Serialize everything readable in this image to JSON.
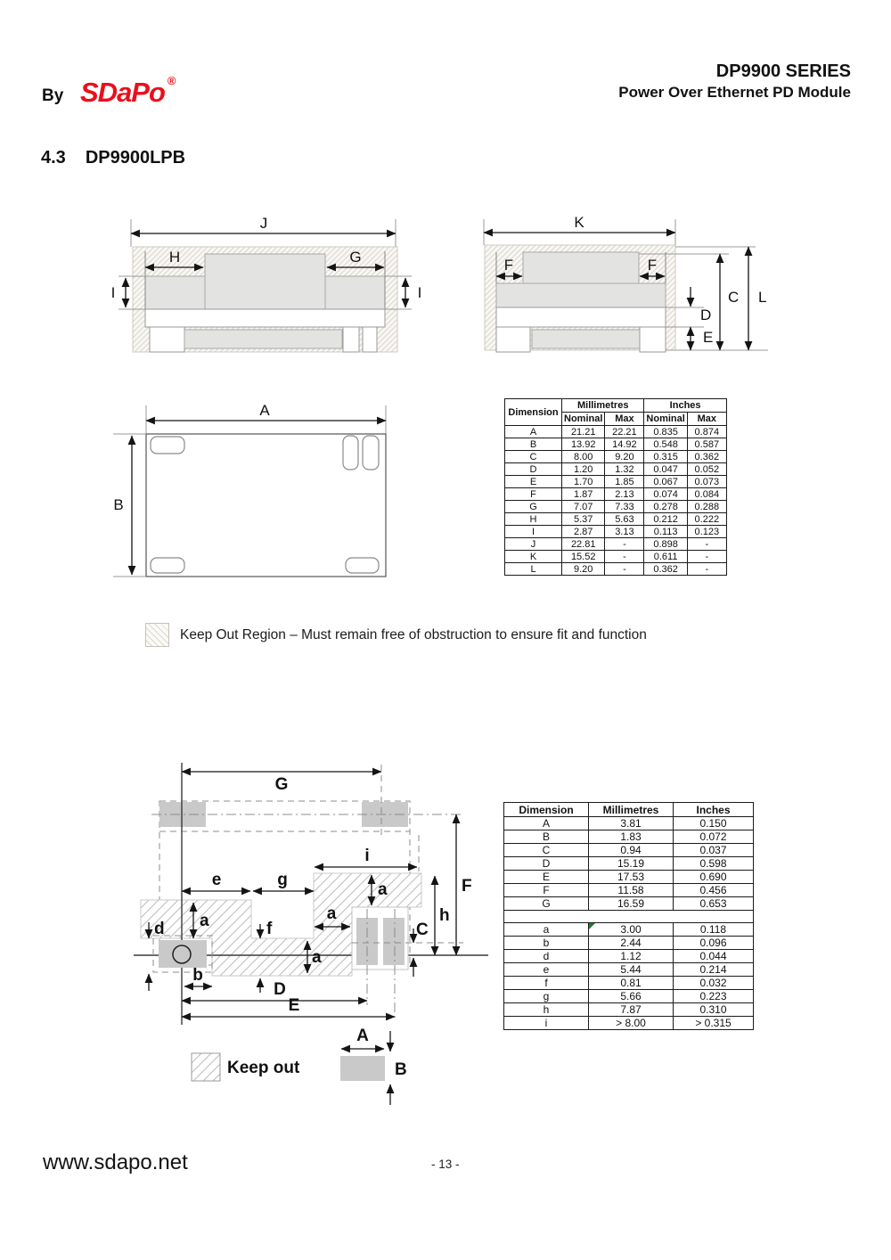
{
  "page": {
    "header": {
      "by_label": "By",
      "logo_text": "SDaPo",
      "registered_mark": "®",
      "series_title": "DP9900 SERIES",
      "subtitle": "Power Over Ethernet PD Module"
    },
    "section_heading": {
      "number": "4.3",
      "name": "DP9900LPB"
    },
    "footer": {
      "website": "www.sdapo.net",
      "page_number": "- 13 -"
    }
  },
  "colors": {
    "logo_red": "#e8101c",
    "pad_gray": "#c9c9c9",
    "marker_green": "#1e7d32"
  },
  "legend": {
    "keep_out_full": "Keep Out Region – Must remain free of obstruction to ensure fit and function",
    "keep_out_short": "Keep out"
  },
  "drawings": {
    "side_view": {
      "j": "J",
      "h": "H",
      "g": "G",
      "i": "I"
    },
    "end_view": {
      "k": "K",
      "f": "F",
      "c": "C",
      "l": "L",
      "d": "D",
      "e": "E"
    },
    "top_view": {
      "a": "A",
      "b": "B"
    },
    "land_pattern": {
      "g_upper": "G",
      "i": "i",
      "e": "e",
      "g_lower": "g",
      "a": "a",
      "d": "d",
      "f": "f",
      "f_upper": "F",
      "h": "h",
      "c": "C",
      "b": "b",
      "d_upper": "D",
      "e_upper": "E",
      "pad_width": "A",
      "pad_height": "B"
    }
  },
  "dimension_table_mm_inches": {
    "col_dimension": "Dimension",
    "col_millimetres": "Millimetres",
    "col_inches": "Inches",
    "col_nominal": "Nominal",
    "col_max": "Max",
    "rows": [
      [
        "A",
        "21.21",
        "22.21",
        "0.835",
        "0.874"
      ],
      [
        "B",
        "13.92",
        "14.92",
        "0.548",
        "0.587"
      ],
      [
        "C",
        "8.00",
        "9.20",
        "0.315",
        "0.362"
      ],
      [
        "D",
        "1.20",
        "1.32",
        "0.047",
        "0.052"
      ],
      [
        "E",
        "1.70",
        "1.85",
        "0.067",
        "0.073"
      ],
      [
        "F",
        "1.87",
        "2.13",
        "0.074",
        "0.084"
      ],
      [
        "G",
        "7.07",
        "7.33",
        "0.278",
        "0.288"
      ],
      [
        "H",
        "5.37",
        "5.63",
        "0.212",
        "0.222"
      ],
      [
        "I",
        "2.87",
        "3.13",
        "0.113",
        "0.123"
      ],
      [
        "J",
        "22.81",
        "-",
        "0.898",
        "-"
      ],
      [
        "K",
        "15.52",
        "-",
        "0.611",
        "-"
      ],
      [
        "L",
        "9.20",
        "-",
        "0.362",
        "-"
      ]
    ]
  },
  "land_dimension_table": {
    "col_dimension": "Dimension",
    "col_millimetres": "Millimetres",
    "col_inches": "Inches",
    "rows_upper": [
      [
        "A",
        "3.81",
        "0.150"
      ],
      [
        "B",
        "1.83",
        "0.072"
      ],
      [
        "C",
        "0.94",
        "0.037"
      ],
      [
        "D",
        "15.19",
        "0.598"
      ],
      [
        "E",
        "17.53",
        "0.690"
      ],
      [
        "F",
        "11.58",
        "0.456"
      ],
      [
        "G",
        "16.59",
        "0.653"
      ]
    ],
    "rows_lower": [
      [
        "a",
        "3.00",
        "0.118"
      ],
      [
        "b",
        "2.44",
        "0.096"
      ],
      [
        "d",
        "1.12",
        "0.044"
      ],
      [
        "e",
        "5.44",
        "0.214"
      ],
      [
        "f",
        "0.81",
        "0.032"
      ],
      [
        "g",
        "5.66",
        "0.223"
      ],
      [
        "h",
        "7.87",
        "0.310"
      ],
      [
        "i",
        "> 8.00",
        "> 0.315"
      ]
    ],
    "note_marker": {
      "row": "a",
      "col": 1
    }
  }
}
